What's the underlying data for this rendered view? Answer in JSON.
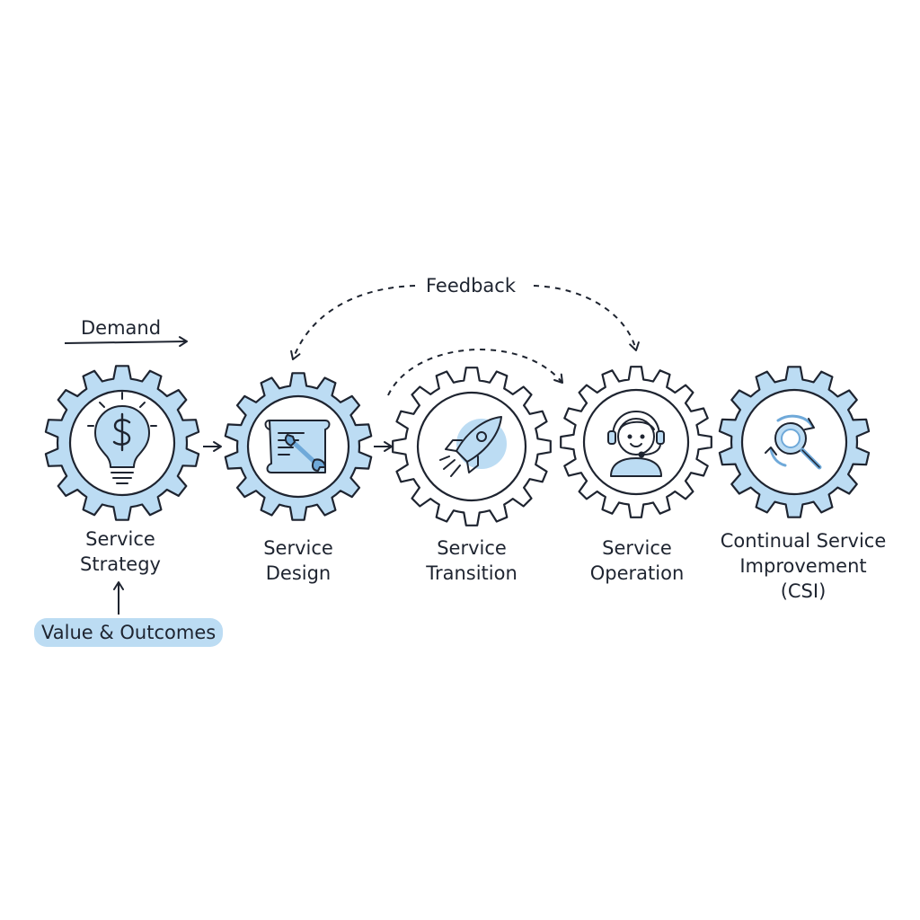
{
  "diagram": {
    "stages": [
      {
        "id": "strategy",
        "label": "Service\nStrategy",
        "icon": "lightbulb-dollar-icon"
      },
      {
        "id": "design",
        "label": "Service\nDesign",
        "icon": "blueprint-wrench-icon"
      },
      {
        "id": "transition",
        "label": "Service\nTransition",
        "icon": "rocket-icon"
      },
      {
        "id": "operation",
        "label": "Service\nOperation",
        "icon": "support-agent-headset-icon"
      },
      {
        "id": "csi",
        "label": "Continual Service\nImprovement\n(CSI)",
        "icon": "magnifier-cycle-icon"
      }
    ],
    "demand_label": "Demand",
    "feedback_label": "Feedback",
    "value_label": "Value & Outcomes"
  },
  "colors": {
    "gear_fill_light": "#bcdcf3",
    "gear_fill_none": "#ffffff",
    "ink": "#1e2430",
    "accent": "#6fa9d9"
  }
}
